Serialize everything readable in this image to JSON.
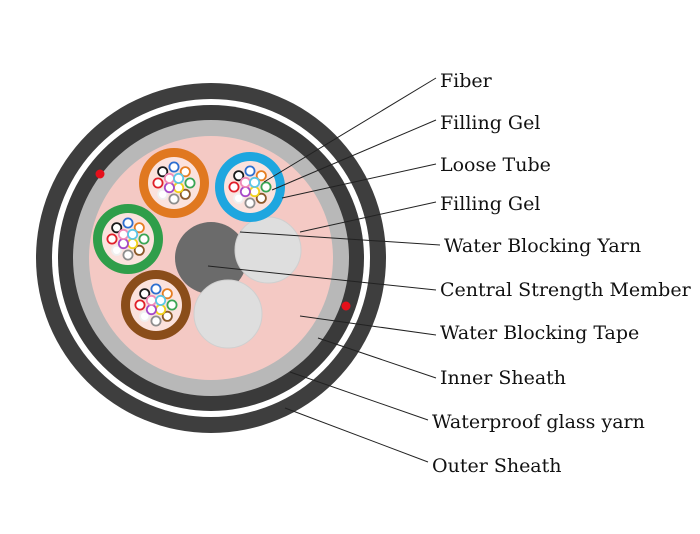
{
  "labels": [
    {
      "id": "fiber",
      "text": "Fiber"
    },
    {
      "id": "filling-gel-1",
      "text": "Filling Gel"
    },
    {
      "id": "loose-tube",
      "text": "Loose Tube"
    },
    {
      "id": "filling-gel-2",
      "text": "Filling Gel"
    },
    {
      "id": "water-blocking-yarn",
      "text": "Water Blocking Yarn"
    },
    {
      "id": "central-strength-member",
      "text": "Central Strength Member"
    },
    {
      "id": "water-blocking-tape",
      "text": "Water Blocking Tape"
    },
    {
      "id": "inner-sheath",
      "text": "Inner Sheath"
    },
    {
      "id": "waterproof-glass-yarn",
      "text": "Waterproof glass yarn"
    },
    {
      "id": "outer-sheath",
      "text": "Outer Sheath"
    }
  ],
  "colors": {
    "outer_sheath": "#3e3e3e",
    "glass_yarn": "#ffffff",
    "inner_sheath": "#3a3a3a",
    "tape": "#b8b8b8",
    "filling": "#f4c9c4",
    "central_member": "#6b6b6b",
    "yarn": "#dedede",
    "tube_orange": "#e07820",
    "tube_blue": "#1ea6df",
    "tube_green": "#2f9e4a",
    "tube_brown": "#8a4d1a",
    "ripcord": "#e5101b",
    "leader_line": "#222222"
  },
  "fiber_colors": [
    "#2e6fd0",
    "#e67e22",
    "#3aa655",
    "#8b5a2b",
    "#8e8e8e",
    "#f0f0f0",
    "#e0202a",
    "#1a1a1a",
    "#f2d21b",
    "#a64ac9",
    "#f28bb8",
    "#5bc8e8"
  ]
}
